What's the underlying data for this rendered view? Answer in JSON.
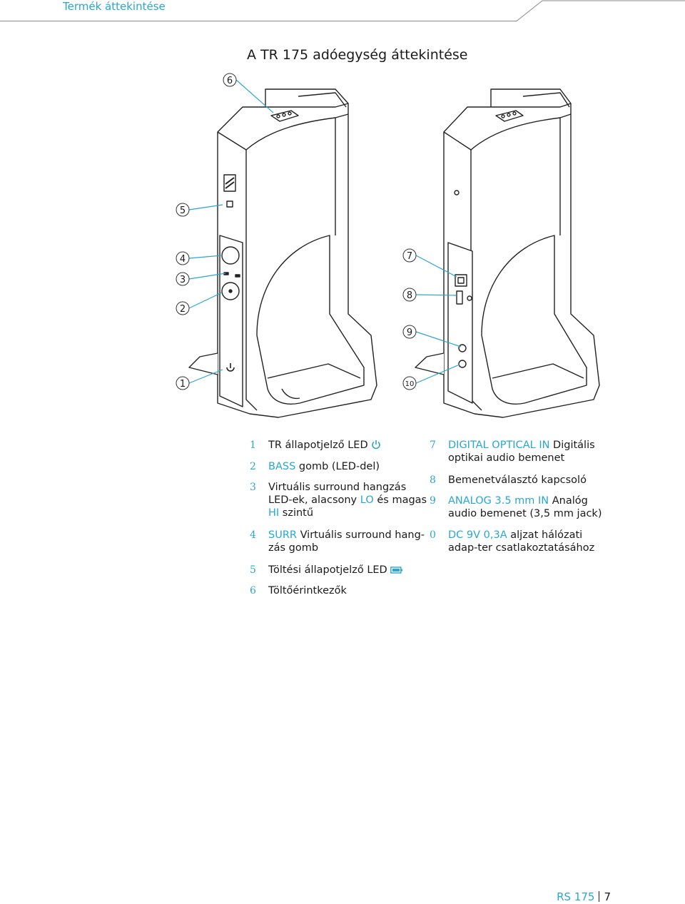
{
  "header": {
    "section": "Termék áttekintése"
  },
  "page_title": "A TR 175 adóegység áttekintése",
  "figure": {
    "callouts": [
      "1",
      "2",
      "3",
      "4",
      "5",
      "6",
      "7",
      "8",
      "9",
      "10"
    ]
  },
  "legend_left": [
    {
      "num": "1",
      "parts": [
        {
          "t": "TR állapotjelző LED "
        }
      ],
      "icon": "power-icon"
    },
    {
      "num": "2",
      "parts": [
        {
          "t": "BASS",
          "blue": true
        },
        {
          "t": " gomb (LED-del)"
        }
      ]
    },
    {
      "num": "3",
      "parts": [
        {
          "t": "Virtuális surround hangzás LED-ek, alacsony "
        },
        {
          "t": "LO",
          "blue": true
        },
        {
          "t": " és magas "
        },
        {
          "t": "HI",
          "blue": true
        },
        {
          "t": " szintű"
        }
      ]
    },
    {
      "num": "4",
      "parts": [
        {
          "t": "SURR",
          "blue": true
        },
        {
          "t": " Virtuális surround hang-zás gomb"
        }
      ]
    },
    {
      "num": "5",
      "parts": [
        {
          "t": "Töltési állapotjelző LED "
        }
      ],
      "icon": "battery-icon"
    },
    {
      "num": "6",
      "parts": [
        {
          "t": "Töltőérintkezők"
        }
      ]
    }
  ],
  "legend_right": [
    {
      "num": "7",
      "parts": [
        {
          "t": " DIGITAL OPTICAL IN",
          "blue": true
        },
        {
          "t": " Digitális optikai audio bemenet"
        }
      ]
    },
    {
      "num": "8",
      "parts": [
        {
          "t": "Bemenetválasztó kapcsoló"
        }
      ]
    },
    {
      "num": "9",
      "parts": [
        {
          "t": "ANALOG 3.5 mm IN",
          "blue": true
        },
        {
          "t": " Analóg audio bemenet (3,5 mm jack)"
        }
      ]
    },
    {
      "num": "0",
      "parts": [
        {
          "t": "DC 9V 0,3A",
          "blue": true
        },
        {
          "t": " aljzat hálózati adap-ter csatlakoztatásához"
        }
      ]
    }
  ],
  "footer": {
    "brand": "RS 175",
    "page": "7"
  },
  "colors": {
    "accent": "#2aa6cf",
    "text": "#1a1a1a"
  }
}
